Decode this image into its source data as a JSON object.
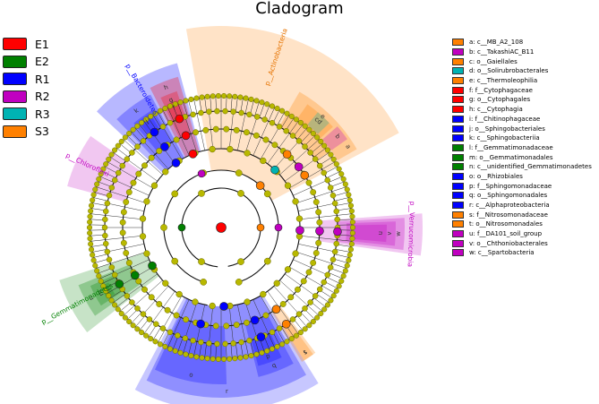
{
  "title": "Cladogram",
  "groups": [
    {
      "name": "E1",
      "color": "#ff0000"
    },
    {
      "name": "E2",
      "color": "#008000"
    },
    {
      "name": "R1",
      "color": "#0000ff"
    },
    {
      "name": "R2",
      "color": "#c000c0"
    },
    {
      "name": "R3",
      "color": "#00b3b3"
    },
    {
      "name": "S3",
      "color": "#ff8000"
    }
  ],
  "taxa": [
    {
      "letter": "a",
      "label": "a: c__MB_A2_108",
      "group": "S3"
    },
    {
      "letter": "b",
      "label": "b: c__TakashiAC_B11",
      "group": "R2"
    },
    {
      "letter": "c",
      "label": "c: o__Gaiellales",
      "group": "S3"
    },
    {
      "letter": "d",
      "label": "d: o__Solirubrobacterales",
      "group": "R3"
    },
    {
      "letter": "e",
      "label": "e: c__Thermoleophilia",
      "group": "S3"
    },
    {
      "letter": "f",
      "label": "f: f__Cytophagaceae",
      "group": "E1"
    },
    {
      "letter": "g",
      "label": "g: o__Cytophagales",
      "group": "E1"
    },
    {
      "letter": "h",
      "label": "h: c__Cytophagia",
      "group": "E1"
    },
    {
      "letter": "i",
      "label": "i: f__Chitinophagaceae",
      "group": "R1"
    },
    {
      "letter": "j",
      "label": "j: o__Sphingobacteriales",
      "group": "R1"
    },
    {
      "letter": "k",
      "label": "k: c__Sphingobacteriia",
      "group": "R1"
    },
    {
      "letter": "l",
      "label": "l: f__Gemmatimonadaceae",
      "group": "E2"
    },
    {
      "letter": "m",
      "label": "m: o__Gemmatimonadales",
      "group": "E2"
    },
    {
      "letter": "n",
      "label": "n: c__unidentified_Gemmatimonadetes",
      "group": "E2"
    },
    {
      "letter": "o",
      "label": "o: o__Rhizobiales",
      "group": "R1"
    },
    {
      "letter": "p",
      "label": "p: f__Sphingomonadaceae",
      "group": "R1"
    },
    {
      "letter": "q",
      "label": "q: o__Sphingomonadales",
      "group": "R1"
    },
    {
      "letter": "r",
      "label": "r: c__Alphaproteobacteria",
      "group": "R1"
    },
    {
      "letter": "s",
      "label": "s: f__Nitrosomonadaceae",
      "group": "S3"
    },
    {
      "letter": "t",
      "label": "t: o__Nitrosomonadales",
      "group": "S3"
    },
    {
      "letter": "u",
      "label": "u: f__DA101_soil_group",
      "group": "R2"
    },
    {
      "letter": "v",
      "label": "v: o__Chthoniobacterales",
      "group": "R2"
    },
    {
      "letter": "w",
      "label": "w: c__Spartobacteria",
      "group": "R2"
    }
  ],
  "phyla": [
    {
      "label": "p__Actinobacteria",
      "group": "S3"
    },
    {
      "label": "p__Bacteroidetes",
      "group": "R1"
    },
    {
      "label": "p__Chloroflexi",
      "group": "R2"
    },
    {
      "label": "p__Gemmatimonadetes",
      "group": "E2"
    },
    {
      "label": "p__Verrucomicrobia",
      "group": "R2"
    }
  ],
  "colors": {
    "node": "#b8b800",
    "node_stroke": "#6b6b00",
    "background": "#ffffff"
  }
}
